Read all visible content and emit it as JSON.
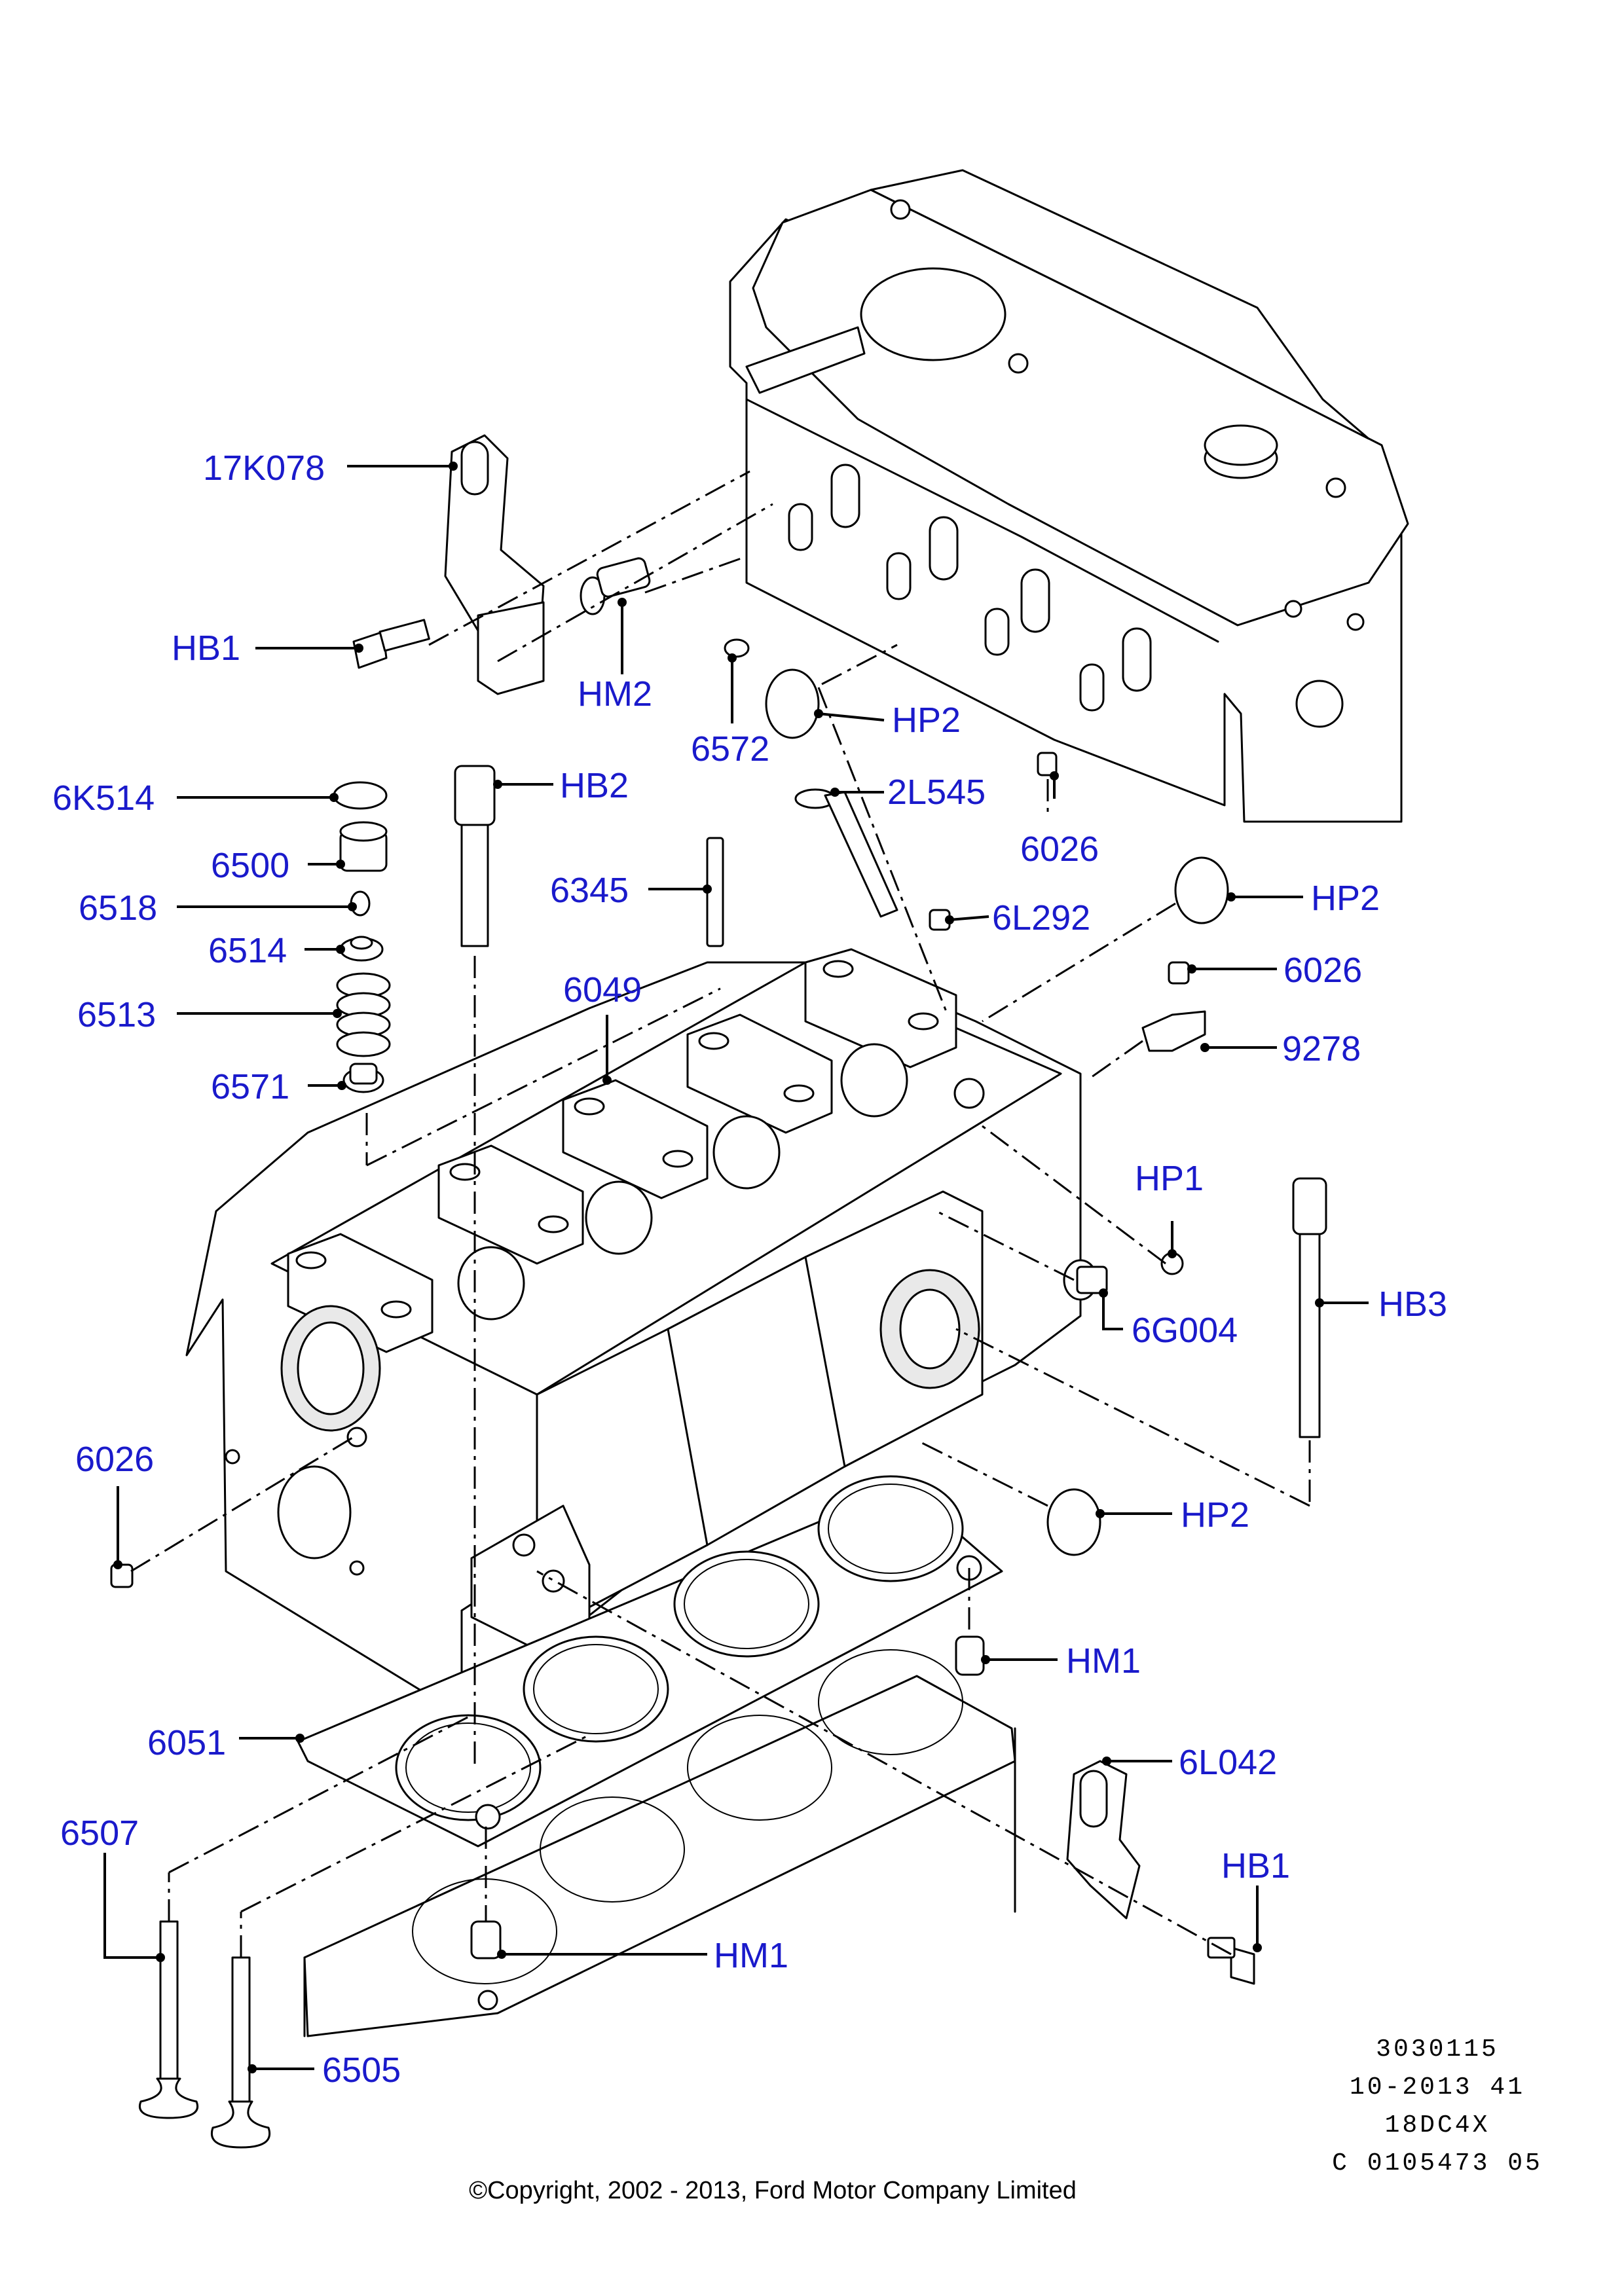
{
  "callouts": {
    "c17K078": "17K078",
    "hb1_top": "HB1",
    "hm2": "HM2",
    "c6572": "6572",
    "hp2_top": "HP2",
    "c6K514": "6K514",
    "hb2": "HB2",
    "c2L545": "2L545",
    "c6026_top": "6026",
    "c6500": "6500",
    "c6345": "6345",
    "c6518": "6518",
    "c6L292": "6L292",
    "hp2_mid": "HP2",
    "c6514": "6514",
    "c6049": "6049",
    "c6026_mid": "6026",
    "c6513": "6513",
    "c9278": "9278",
    "c6571": "6571",
    "hp1": "HP1",
    "hb3": "HB3",
    "c6G004": "6G004",
    "c6026_left": "6026",
    "hp2_low": "HP2",
    "hm1_right": "HM1",
    "c6051": "6051",
    "c6L042": "6L042",
    "c6507": "6507",
    "hb1_low": "HB1",
    "hm1_low": "HM1",
    "c6505": "6505"
  },
  "meta": {
    "line1": "3030115",
    "line2": "10-2013 41",
    "line3": "18DC4X",
    "line4": "C 0105473 05"
  },
  "copyright": "©Copyright, 2002 - 2013, Ford Motor Company Limited",
  "colors": {
    "callout": "#1a1acb",
    "line": "#000000"
  }
}
